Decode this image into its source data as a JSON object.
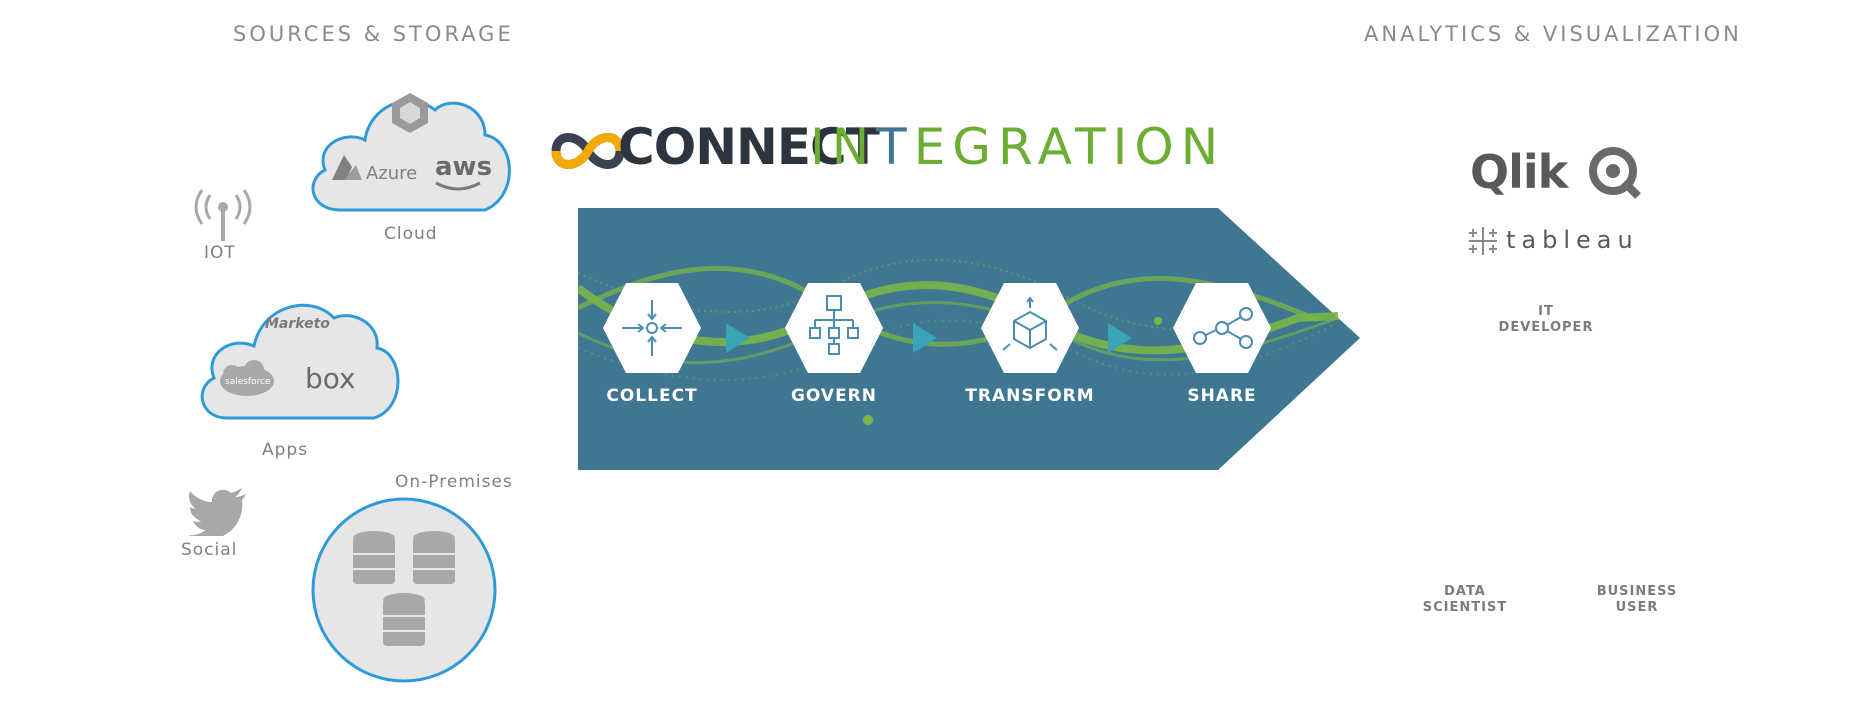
{
  "headers": {
    "left": "SOURCES & STORAGE",
    "right": "ANALYTICS & VISUALIZATION"
  },
  "sources": {
    "cloud": {
      "label": "Cloud",
      "providers": [
        "Azure",
        "aws"
      ]
    },
    "iot": {
      "label": "IOT"
    },
    "apps": {
      "label": "Apps",
      "providers": [
        "Marketo",
        "salesforce",
        "box"
      ]
    },
    "social": {
      "label": "Social"
    },
    "on_premises": {
      "label": "On-Premises"
    }
  },
  "logo": {
    "connect": "CONNECT",
    "integration_a": "IN",
    "integration_b": "T",
    "integration_c": "EGRATION"
  },
  "pipeline": {
    "steps": [
      "COLLECT",
      "GOVERN",
      "TRANSFORM",
      "SHARE"
    ],
    "colors": {
      "band": "#3f7691",
      "green": "#7ab648",
      "hex": "#ffffff",
      "icon": "#4a8db1"
    }
  },
  "analytics": {
    "qlik": "Qlik",
    "tableau": "tableau",
    "it_developer": [
      "IT",
      "DEVELOPER"
    ],
    "data_scientist": [
      "DATA",
      "SCIENTIST"
    ],
    "business_user": [
      "BUSINESS",
      "USER"
    ]
  }
}
